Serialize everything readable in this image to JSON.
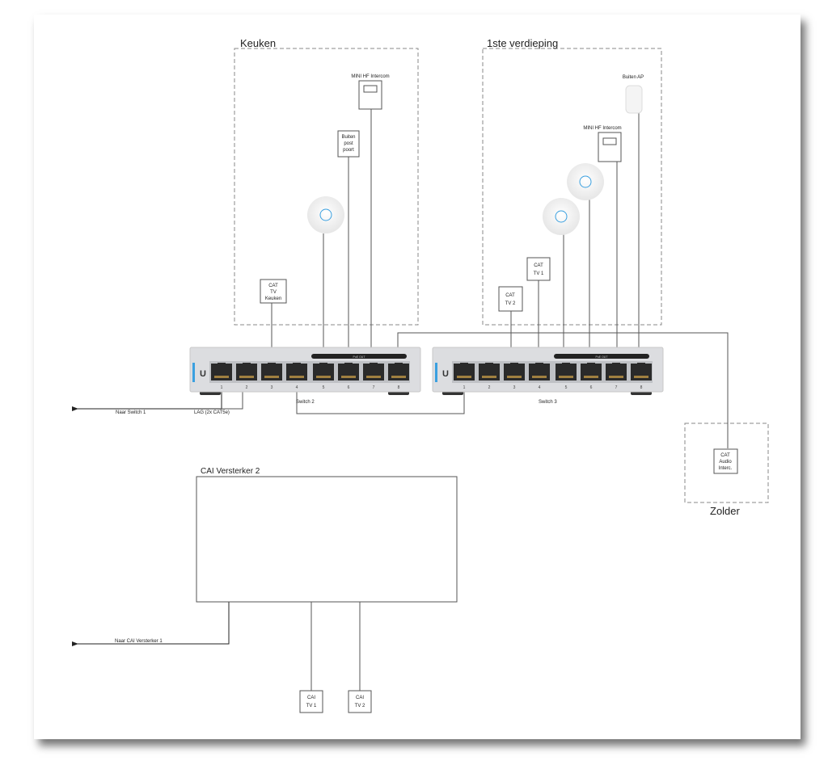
{
  "zones": {
    "keuken": "Keuken",
    "verdieping": "1ste verdieping",
    "zolder": "Zolder"
  },
  "switch2": {
    "label": "Switch 2",
    "poe": "PoE OUT",
    "logo": "U",
    "ports": [
      "1",
      "2",
      "3",
      "4",
      "5",
      "6",
      "7",
      "8"
    ]
  },
  "switch3": {
    "label": "Switch 3",
    "poe": "PoE OUT",
    "logo": "U",
    "ports": [
      "1",
      "2",
      "3",
      "4",
      "5",
      "6",
      "7",
      "8"
    ]
  },
  "keuken_devices": {
    "intercom": "MINI HF Intercom",
    "buiten_post": [
      "Buiten",
      "post",
      "poort"
    ],
    "cat_tv": [
      "CAT",
      "TV",
      "Keuken"
    ]
  },
  "verdieping_devices": {
    "buiten_ap": "Buiten AP",
    "intercom": "MINI HF Intercom",
    "cat_tv1": [
      "CAT",
      "TV 1"
    ],
    "cat_tv2": [
      "CAT",
      "TV 2"
    ]
  },
  "zolder_devices": {
    "cat_audio": [
      "CAT",
      "Audio",
      "Interc."
    ]
  },
  "links": {
    "naar_switch1": "Naar Switch 1",
    "lag": "LAG (2x CAT5e)",
    "naar_cai1": "Naar CAI Versterker 1"
  },
  "cai": {
    "title": "CAI Versterker 2",
    "tv1": [
      "CAI",
      "TV 1"
    ],
    "tv2": [
      "CAI",
      "TV 2"
    ]
  },
  "colors": {
    "accent": "#3aa0e0",
    "line": "#555555",
    "dash": "#888888"
  }
}
